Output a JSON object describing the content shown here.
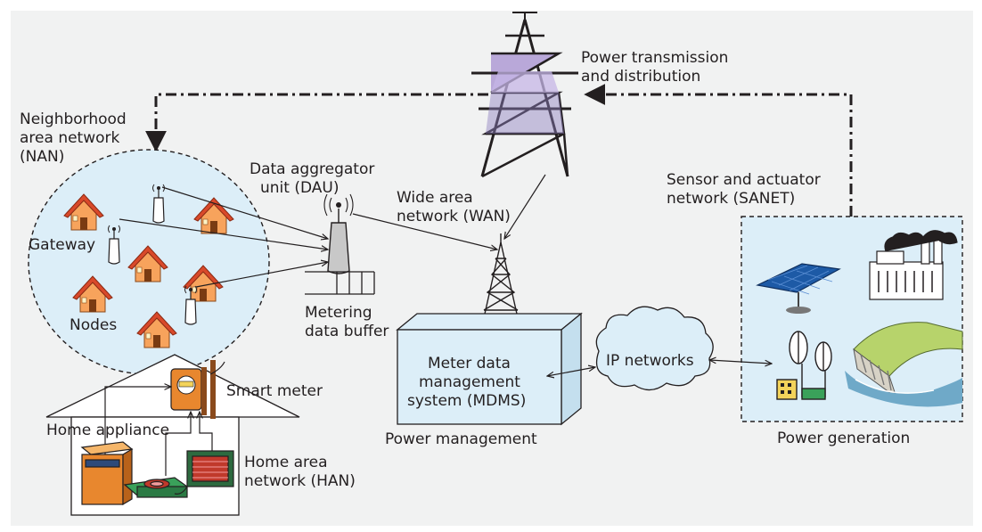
{
  "labels": {
    "power_td_1": "Power transmission",
    "power_td_2": "and distribution",
    "nan_1": "Neighborhood",
    "nan_2": "area network",
    "nan_3": "(NAN)",
    "dau_1": "Data aggregator",
    "dau_2": "unit (DAU)",
    "wan_1": "Wide area",
    "wan_2": "network (WAN)",
    "sanet_1": "Sensor and actuator",
    "sanet_2": "network (SANET)",
    "gateway": "Gateway",
    "nodes": "Nodes",
    "metering_1": "Metering",
    "metering_2": "data buffer",
    "mdms_1": "Meter data",
    "mdms_2": "management",
    "mdms_3": "system (MDMS)",
    "power_management": "Power management",
    "ip_networks": "IP networks",
    "power_generation": "Power generation",
    "smart_meter": "Smart meter",
    "home_appliance": "Home appliance",
    "han_1": "Home area",
    "han_2": "network (HAN)"
  },
  "colors": {
    "background": "#f1f2f2",
    "region_fill": "#dceef8",
    "house_wall": "#f7a35c",
    "house_roof": "#d9492a",
    "line": "#231f20",
    "solar_panel": "#1d5aa6",
    "dam": "#6fa9c8",
    "appliance_orange": "#e8872e",
    "appliance_green": "#3aa15a",
    "appliance_red": "#c0392b"
  },
  "icons": [
    "transmission-tower-icon",
    "house-icon",
    "antenna-icon",
    "data-aggregator-icon",
    "wan-tower-icon",
    "cloud-icon",
    "solar-panel-icon",
    "factory-icon",
    "wind-turbine-icon",
    "dam-icon",
    "smart-meter-icon",
    "washer-icon",
    "stove-icon",
    "heater-icon"
  ]
}
